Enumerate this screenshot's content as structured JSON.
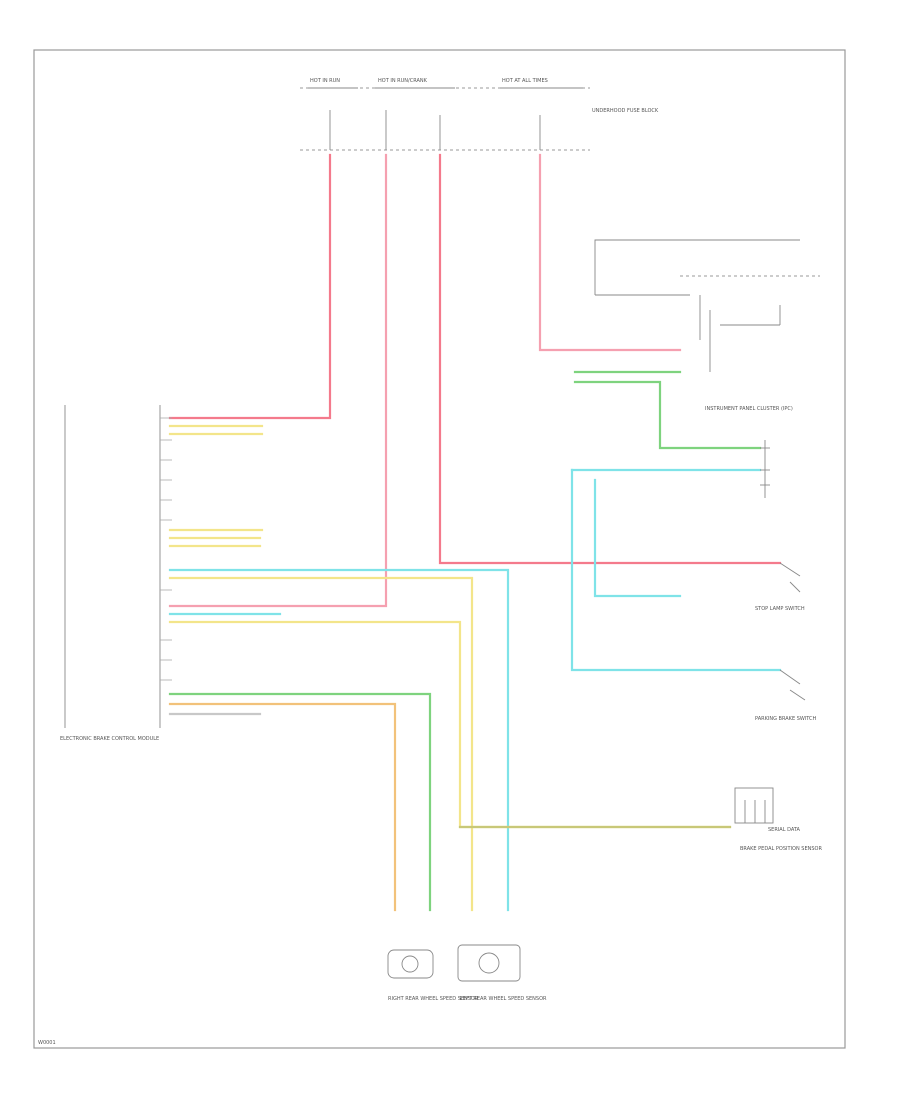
{
  "colors": {
    "red": "#f47a8c",
    "pink": "#f5a0b0",
    "cyan": "#7fe3e8",
    "yellow": "#f3e58a",
    "orange": "#f2c27a",
    "green": "#7ed37e",
    "olive": "#c8c878",
    "frame": "#999999",
    "text": "#555555"
  },
  "labels": {
    "bottom_code": "W0001",
    "fuse_1": "HOT IN RUN",
    "fuse_2": "HOT IN RUN/CRANK",
    "fuse_3": "HOT AT ALL TIMES",
    "fuse_panel": "UNDERHOOD FUSE BLOCK",
    "ecm_label": "ELECTRONIC BRAKE CONTROL MODULE",
    "ipc_label": "INSTRUMENT PANEL CLUSTER (IPC)",
    "brake_sw_label": "PARKING BRAKE SWITCH",
    "stop_sw_label": "STOP LAMP SWITCH",
    "bpp_label": "BRAKE PEDAL POSITION SENSOR",
    "rr_sensor": "RIGHT REAR WHEEL SPEED SENSOR",
    "lr_sensor": "LEFT REAR WHEEL SPEED SENSOR",
    "serial_data": "SERIAL DATA"
  }
}
